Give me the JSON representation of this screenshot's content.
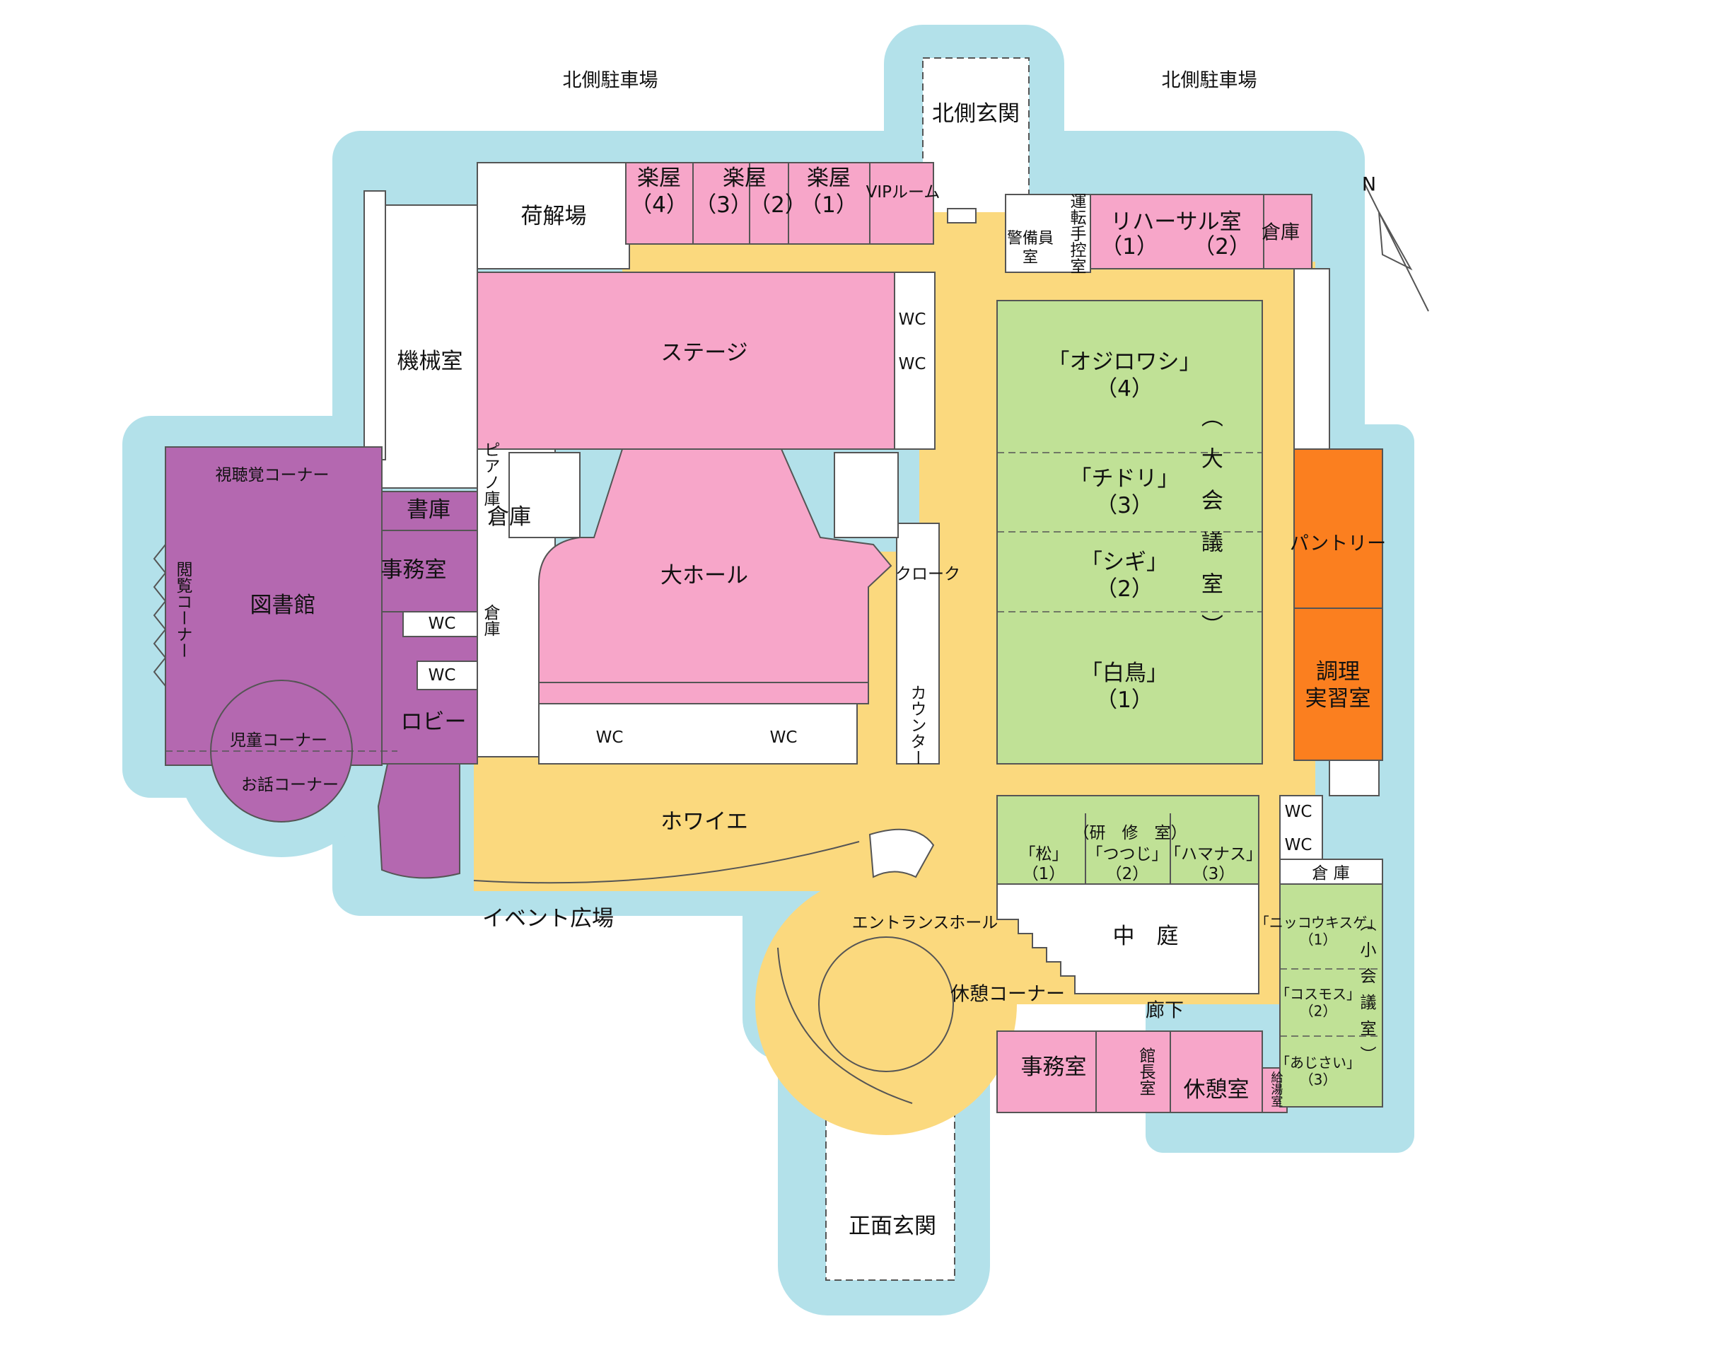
{
  "outside": {
    "north_parking_left": "北側駐車場",
    "north_parking_right": "北側駐車場",
    "north_entrance": "北側玄関",
    "event_plaza": "イベント広場",
    "main_entrance": "正面玄関"
  },
  "compass": {
    "label": "N"
  },
  "backstage": {
    "unloading": "荷解場",
    "green_room_4": {
      "name": "楽屋",
      "num": "（4）"
    },
    "green_room_3": {
      "name": "楽屋",
      "num": "（3）"
    },
    "green_room_2": {
      "name": "楽屋",
      "num": "（2）"
    },
    "green_room_1": {
      "name": "楽屋",
      "num": "（1）"
    },
    "vip_room": "VIPルーム",
    "machine_room": "機械室",
    "stage": "ステージ",
    "piano_storage": "ピアノ庫",
    "storage_a": "倉庫",
    "storage_b": "倉庫",
    "main_hall": "大ホール",
    "wc_top_1": "WC",
    "wc_top_2": "WC",
    "wc_hall_left": "WC",
    "wc_hall_right": "WC",
    "cloak": "クローク",
    "counter": "カウンター",
    "foyer": "ホワイエ"
  },
  "library": {
    "av_corner": "視聴覚コーナー",
    "reading_corner": "閲覧コーナー",
    "library": "図書館",
    "book_storage": "書庫",
    "office": "事務室",
    "wc1": "WC",
    "wc2": "WC",
    "lobby": "ロビー",
    "children_corner": "児童コーナー",
    "story_corner": "お話コーナー"
  },
  "east": {
    "guard_room": "警備員室",
    "driver_room": "運転手控室",
    "rehearsal_title": "リハーサル室",
    "rehearsal_1": "（1）",
    "rehearsal_2": "（2）",
    "storage": "倉庫",
    "ojirowashi": {
      "name": "「オジロワシ」",
      "num": "（4）"
    },
    "chidori": {
      "name": "「チドリ」",
      "num": "（3）"
    },
    "shigi": {
      "name": "「シギ」",
      "num": "（2）"
    },
    "hakucho": {
      "name": "「白鳥」",
      "num": "（1）"
    },
    "large_conf": "（大会議室）",
    "pantry": "パントリー",
    "cooking_room": {
      "line1": "調理",
      "line2": "実習室"
    },
    "training_title": "（研　修　室）",
    "matsu": {
      "name": "「松」",
      "num": "（1）"
    },
    "tsutsuji": {
      "name": "「つつじ」",
      "num": "（2）"
    },
    "hamanasu": {
      "name": "「ハマナス」",
      "num": "（3）"
    },
    "courtyard": "中　庭",
    "wc1": "WC",
    "wc2": "WC",
    "storage_small": "倉 庫",
    "nikko": {
      "name": "「ニッコウキスゲ」",
      "num": "（1）"
    },
    "cosmos": {
      "name": "「コスモス」",
      "num": "（2）"
    },
    "ajisai": {
      "name": "「あじさい」",
      "num": "（3）"
    },
    "small_conf": "（小会議室）"
  },
  "south": {
    "entrance_hall": "エントランスホール",
    "rest_corner": "休憩コーナー",
    "corridor": "廊下",
    "office": "事務室",
    "director_room": "館長室",
    "rest_room": "休憩室",
    "kitchenette": "給湯室"
  },
  "colors": {
    "outside": "#B3E1EA",
    "corridor": "#FBD97E",
    "hall": "#F7A6C9",
    "library": "#B468B0",
    "meeting": "#C0E196",
    "kitchen": "#FB7F1F",
    "white": "#FFFFFF"
  }
}
